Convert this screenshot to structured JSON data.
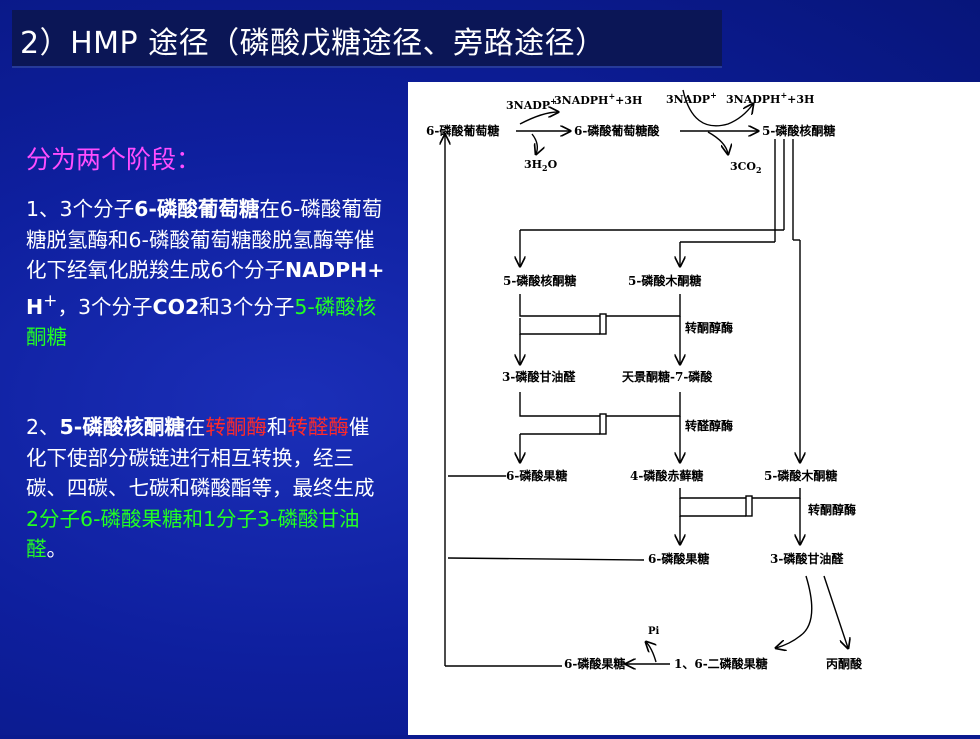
{
  "title": {
    "prefix": "2）HMP 途径",
    "paren": "（磷酸戊糖途径、旁路途径）"
  },
  "left": {
    "heading": "分为两个阶段：",
    "p1": {
      "t1": "1、3个分子",
      "t2": "6-磷酸葡萄糖",
      "t3": "在6-磷酸葡萄糖脱氢酶和6-磷酸葡萄糖酸脱氢酶等催化下经氧化脱羧生成6个分子",
      "t4": "NADPH+H",
      "t4sup": "+",
      "t5": "，3个分子",
      "t6": "CO2",
      "t7": "和3个分子",
      "t8": "5-磷酸核酮糖"
    },
    "p2": {
      "t1": "2、",
      "t2": "5-磷酸核酮糖",
      "t3": "在",
      "t4": "转酮酶",
      "t5": "和",
      "t6": "转醛酶",
      "t7": "催化下使部分碳链进行相互转换，经三碳、四碳、七碳和磷酸酯等，最终生成",
      "t8": "2分子6-磷酸果糖和1分子3-磷酸甘油醛",
      "t9": "。"
    }
  },
  "diagram": {
    "nadp1": "3NADP",
    "nadph1": "3NADPH",
    "h1": "+3H",
    "nadp2": "3NADP",
    "nadph2": "3NADPH",
    "h2": "+3H",
    "plus": "+",
    "g6p": "6-磷酸葡萄糖",
    "pgluconate": "6-磷酸葡萄糖酸",
    "ru5p": "5-磷酸核酮糖",
    "h2o": "3H",
    "h2o_sub": "2",
    "h2o_o": "O",
    "co2": "3CO",
    "co2_sub": "2",
    "r5p": "5-磷酸核酮糖",
    "x5p_1": "5-磷酸木酮糖",
    "tk1": "转酮醇酶",
    "gap1": "3-磷酸甘油醛",
    "s7p": "天景酮糖-7-磷酸",
    "ta": "转醛醇酶",
    "f6p_1": "6-磷酸果糖",
    "e4p": "4-磷酸赤藓糖",
    "x5p_2": "5-磷酸木酮糖",
    "tk2": "转酮醇酶",
    "f6p_2": "6-磷酸果糖",
    "gap2": "3-磷酸甘油醛",
    "pi": "Pi",
    "f6p_3": "6-磷酸果糖",
    "fbp": "1、6-二磷酸果糖",
    "pyruvate": "丙酮酸"
  },
  "colors": {
    "background": "#0b1a8f",
    "title_bar": "#0b1656",
    "heading": "#ff4dff",
    "highlight_green": "#22ff22",
    "highlight_red": "#ff2a2a"
  }
}
